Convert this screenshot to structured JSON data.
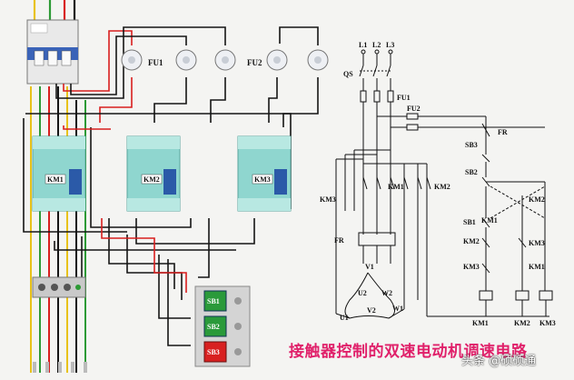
{
  "wiring": {
    "fuse_left": "FU1",
    "fuse_right": "FU2",
    "contactors": [
      "KM1",
      "KM2",
      "KM3"
    ],
    "buttons": [
      "SB1",
      "SB2",
      "SB3"
    ]
  },
  "schematic": {
    "phases": [
      "L1",
      "L2",
      "L3"
    ],
    "switch": "QS",
    "fu1": "FU1",
    "fu2": "FU2",
    "fr": "FR",
    "fr_ctrl": "FR",
    "sb3": "SB3",
    "sb2": "SB2",
    "sb1": "SB1",
    "km3_main": "KM3",
    "km1_main": "KM1",
    "km2_main": "KM2",
    "km1_il": "KM1",
    "km2_il_left": "KM2",
    "km3_il_left": "KM3",
    "km2_il_right": "KM2",
    "km3_il_right": "KM3",
    "km1_il_right": "KM1",
    "coils": [
      "KM1",
      "KM2",
      "KM3"
    ],
    "v1": "V1",
    "u2": "U2",
    "w2": "W2",
    "u1": "U1",
    "v2": "V2",
    "w1": "W1"
  },
  "caption": "接触器控制的双速电动机调速电路",
  "watermark": "头条 @硕硕通",
  "colors": {
    "caption": "#e0206a",
    "wire_red": "#d81e1e",
    "wire_yellow": "#e8c21a",
    "wire_green": "#2c9a35",
    "wire_black": "#151515",
    "contactor": "#8fd6cf",
    "button_red": "#d82020",
    "button_green": "#2a9a3a"
  }
}
